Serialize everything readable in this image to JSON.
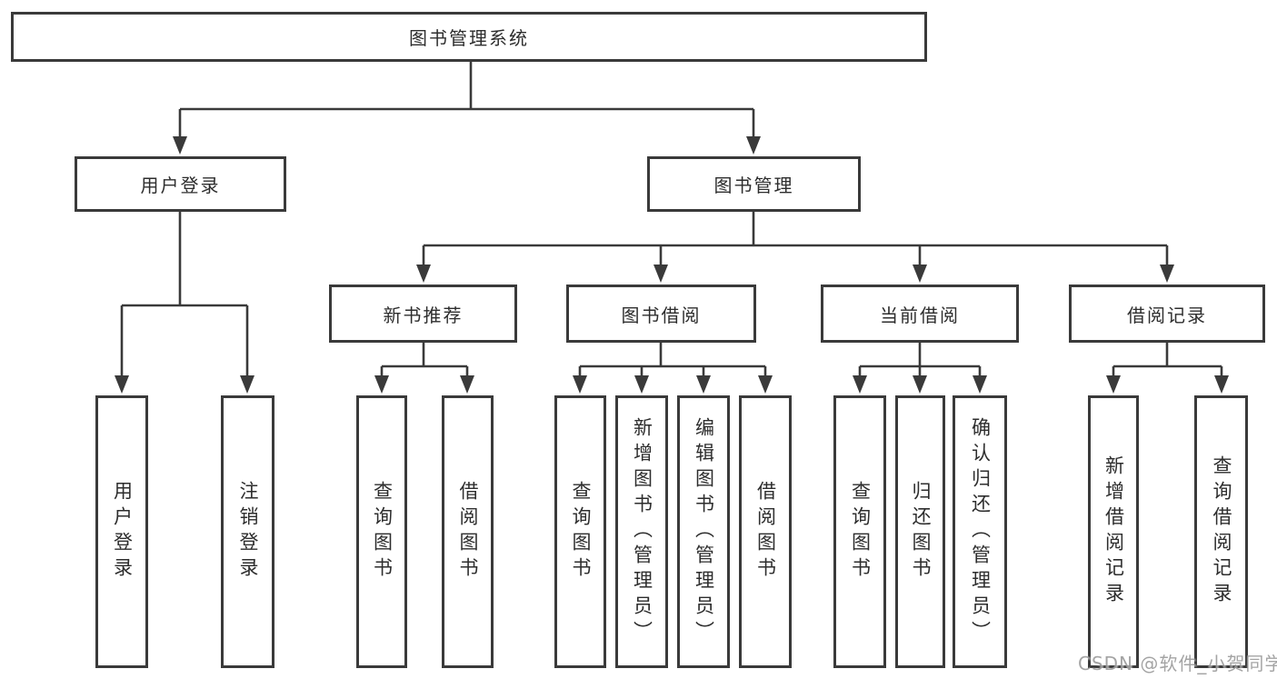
{
  "watermark": "CSDN @软件_小贺同学",
  "tree": {
    "root": {
      "label": "图书管理系统"
    },
    "branches": [
      {
        "label": "用户登录",
        "children": [
          {
            "label": "用户登录"
          },
          {
            "label": "注销登录"
          }
        ]
      },
      {
        "label": "图书管理",
        "children": [
          {
            "label": "新书推荐",
            "children": [
              {
                "label": "查询图书"
              },
              {
                "label": "借阅图书"
              }
            ]
          },
          {
            "label": "图书借阅",
            "children": [
              {
                "label": "查询图书"
              },
              {
                "label": "新增图书（管理员）"
              },
              {
                "label": "编辑图书（管理员）"
              },
              {
                "label": "借阅图书"
              }
            ]
          },
          {
            "label": "当前借阅",
            "children": [
              {
                "label": "查询图书"
              },
              {
                "label": "归还图书"
              },
              {
                "label": "确认归还（管理员）"
              }
            ]
          },
          {
            "label": "借阅记录",
            "children": [
              {
                "label": "新增借阅记录"
              },
              {
                "label": "查询借阅记录"
              }
            ]
          }
        ]
      }
    ]
  },
  "colors": {
    "line": "#3a3a3a",
    "box_border": "#3a3a3a",
    "text": "#2d2d2d",
    "watermark": "#949494"
  }
}
